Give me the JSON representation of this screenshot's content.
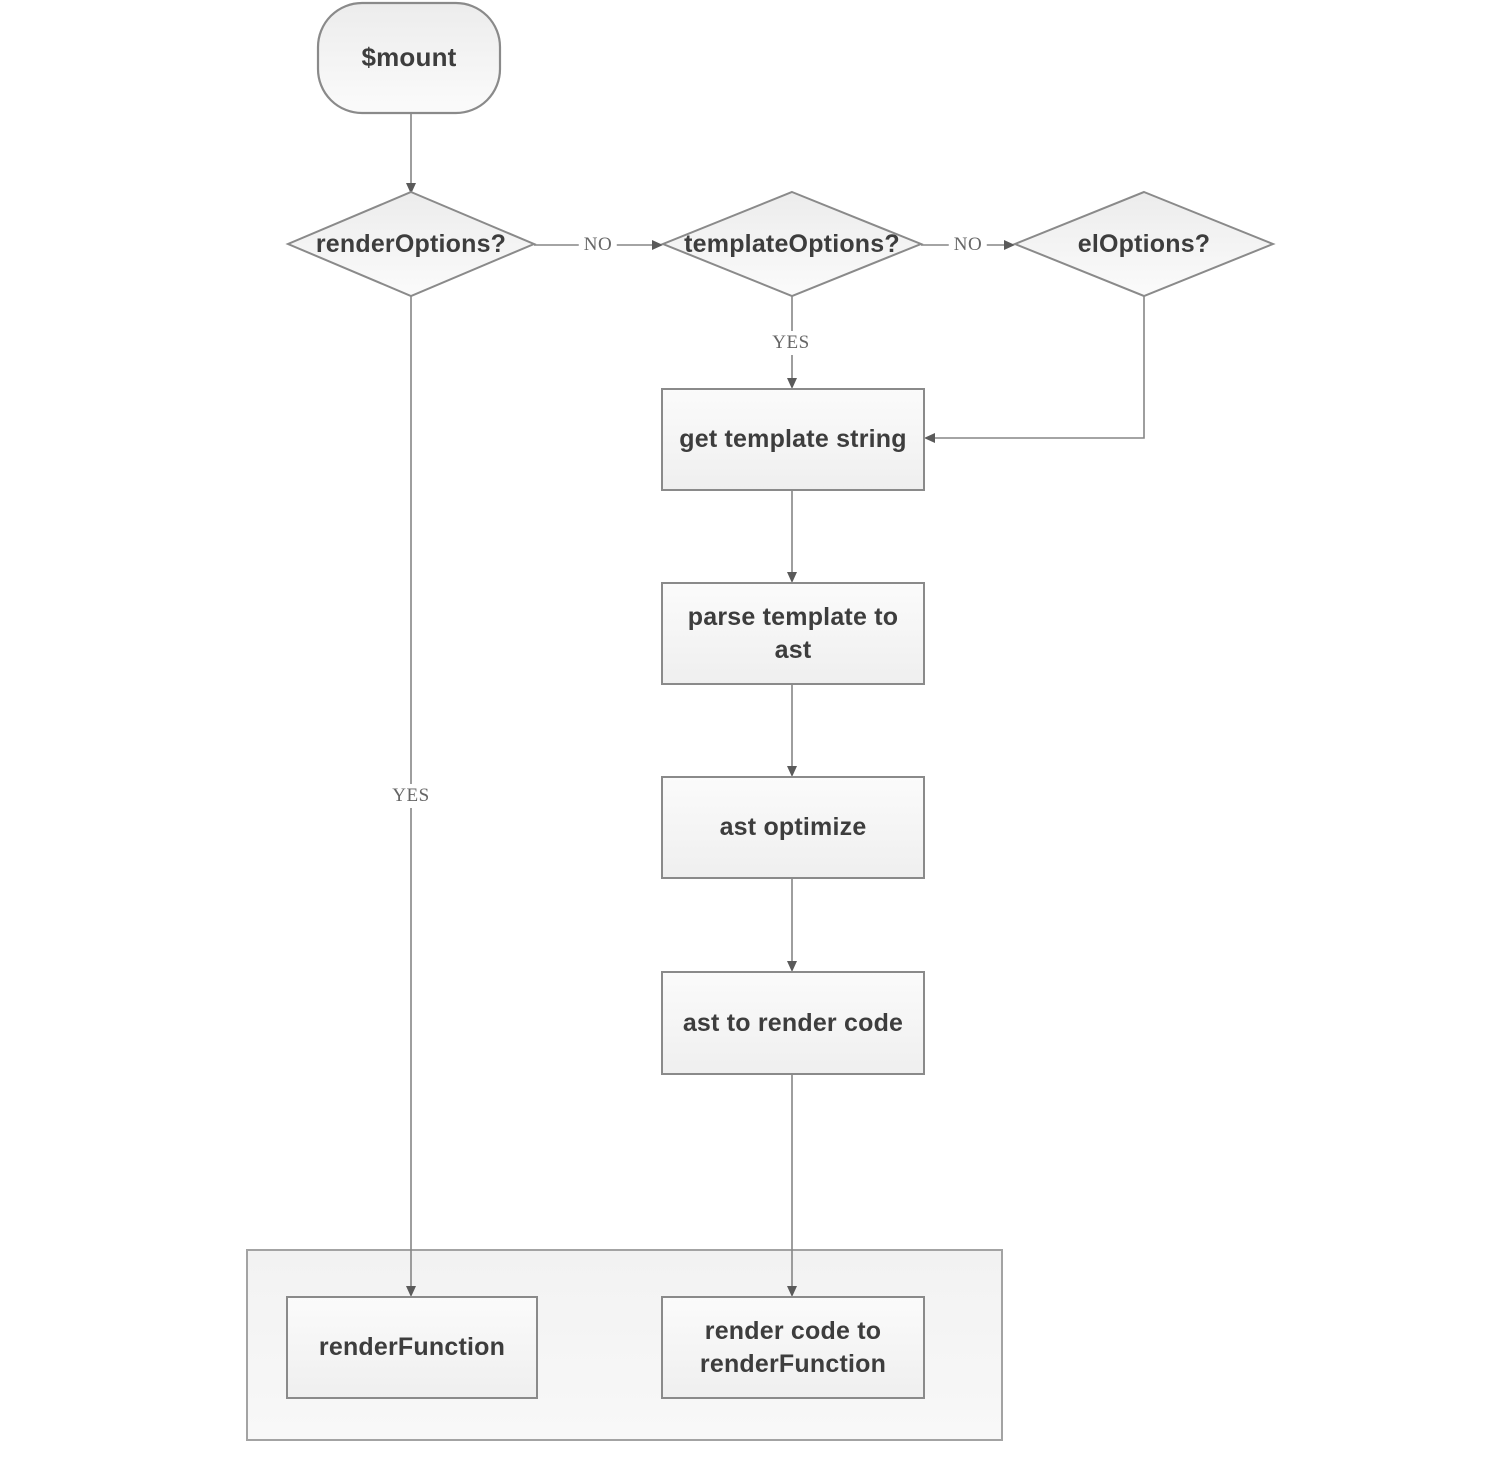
{
  "diagram": {
    "nodes": {
      "start": {
        "label": "$mount"
      },
      "render_options": {
        "label": "renderOptions?"
      },
      "template_options": {
        "label": "templateOptions?"
      },
      "el_options": {
        "label": "elOptions?"
      },
      "get_template_string": {
        "label": "get template string"
      },
      "parse_template_to_ast": {
        "label": "parse template to ast"
      },
      "ast_optimize": {
        "label": "ast optimize"
      },
      "ast_to_render_code": {
        "label": "ast to render code"
      },
      "render_function": {
        "label": "renderFunction"
      },
      "render_code_to_render_function": {
        "label": "render code to renderFunction"
      }
    },
    "edge_labels": {
      "render_options_no": "NO",
      "template_options_no": "NO",
      "template_options_yes": "YES",
      "render_options_yes": "YES"
    },
    "colors": {
      "connector": "#868686",
      "shape_border": "#8a8a8a",
      "node_text": "#3d3d3d",
      "edge_label_text": "#666666",
      "background": "#ffffff"
    }
  }
}
